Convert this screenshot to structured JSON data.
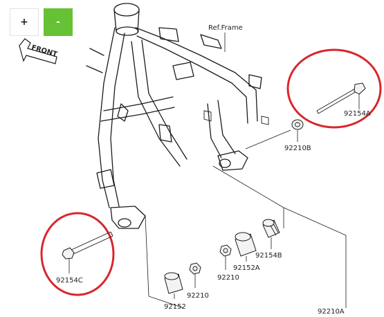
{
  "controls": {
    "zoom_in": "+",
    "zoom_out": "-"
  },
  "diagram": {
    "front_label": "FRONT",
    "frame_label": "Ref.Frame",
    "parts": {
      "bolt_top": "92154A",
      "collar_b_top": "92210B",
      "bolt_left": "92154C",
      "bolt_right": "92154B",
      "collar_a": "92152A",
      "nut_right": "92210",
      "collar_bottom": "92152",
      "nut_bottom": "92210",
      "collar_a_bottom": "92210A"
    }
  },
  "colors": {
    "accent": "#66c134",
    "highlight": "#d8262b"
  }
}
